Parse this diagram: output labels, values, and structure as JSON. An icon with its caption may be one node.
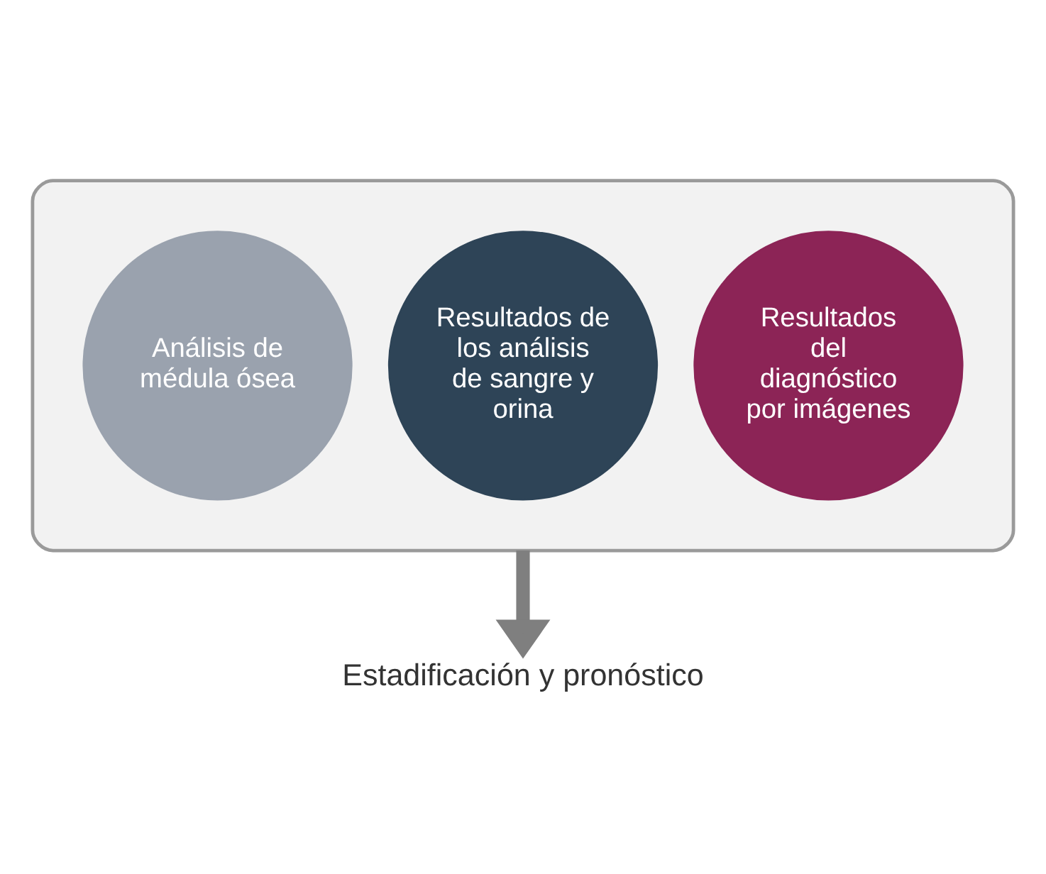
{
  "diagram": {
    "nodes": [
      {
        "text": [],
        "shape": "funnel"
      },
      {
        "text": [
          "Resultados del diagnóstico por imágenes"
        ],
        "in": 0
      },
      {
        "text": [
          "Resultados de los análisis de sangre y orina"
        ],
        "in": 0
      },
      {
        "text": [
          "Análisis de médula ósea"
        ],
        "in": 0
      },
      {
        "text": [
          "Estadificación y pronóstico"
        ]
      }
    ],
    "edges": [
      {
        "from": 0,
        "to": 4,
        "arrow": "to"
      }
    ]
  }
}
